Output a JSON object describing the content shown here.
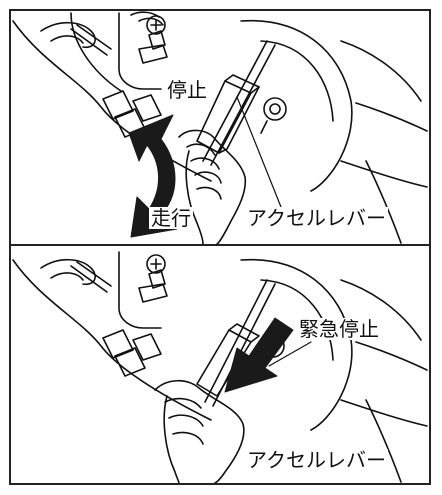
{
  "top_panel": {
    "label_stop": "停止",
    "label_run": "走行",
    "label_lever": "アクセルレバー"
  },
  "bottom_panel": {
    "label_emergency": "緊急停止",
    "label_lever": "アクセルレバー"
  }
}
